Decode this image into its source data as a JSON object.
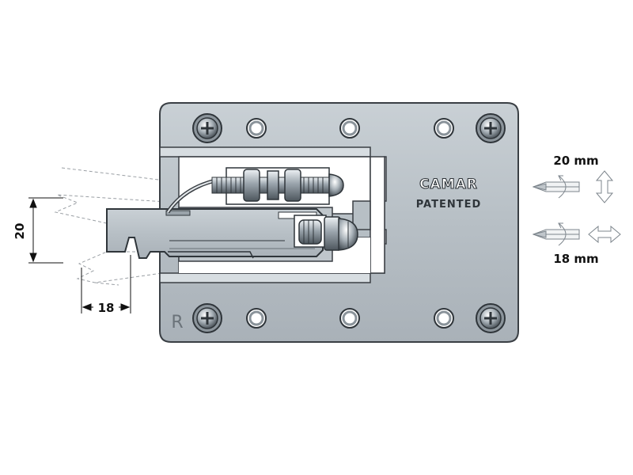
{
  "bracket": {
    "brand": "CAMAR",
    "subtitle": "PATENTED",
    "side_mark": "R",
    "plate_color": "#b8c0c6",
    "outline_color": "#3a3f44"
  },
  "dimensions": {
    "vertical_value": "20",
    "horizontal_value": "18"
  },
  "adjustments": {
    "vertical_label": "20 mm",
    "horizontal_label": "18 mm",
    "vertical_icon": "screwdriver-icon",
    "vertical_arrow_icon": "up-down-arrow-icon",
    "horizontal_icon": "screwdriver-icon",
    "horizontal_arrow_icon": "left-right-arrow-icon"
  }
}
